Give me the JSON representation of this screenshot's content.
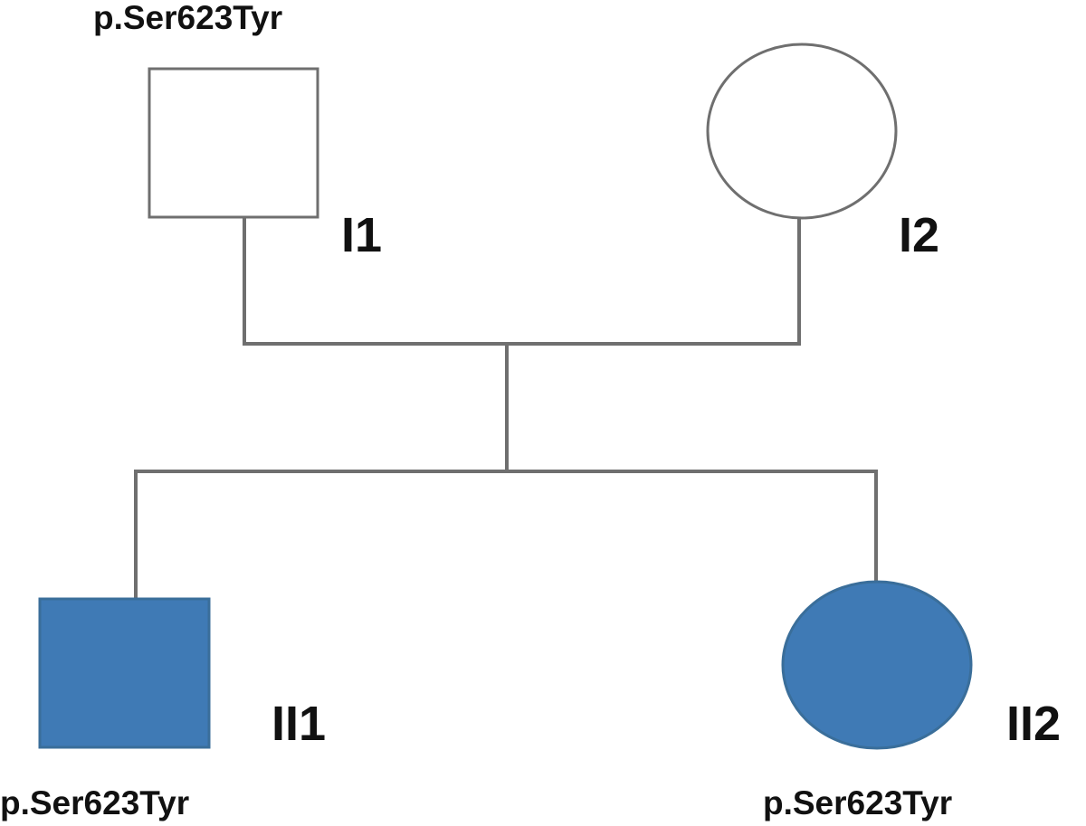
{
  "pedigree": {
    "colors": {
      "affected_fill": "#3f7ab5",
      "line": "#6f6f6f"
    },
    "individuals": [
      {
        "id": "I1",
        "sex": "male",
        "affected": false,
        "variant": "p.Ser623Tyr"
      },
      {
        "id": "I2",
        "sex": "female",
        "affected": false,
        "variant": ""
      },
      {
        "id": "II1",
        "sex": "male",
        "affected": true,
        "variant": "p.Ser623Tyr"
      },
      {
        "id": "II2",
        "sex": "female",
        "affected": true,
        "variant": "p.Ser623Tyr"
      }
    ]
  }
}
